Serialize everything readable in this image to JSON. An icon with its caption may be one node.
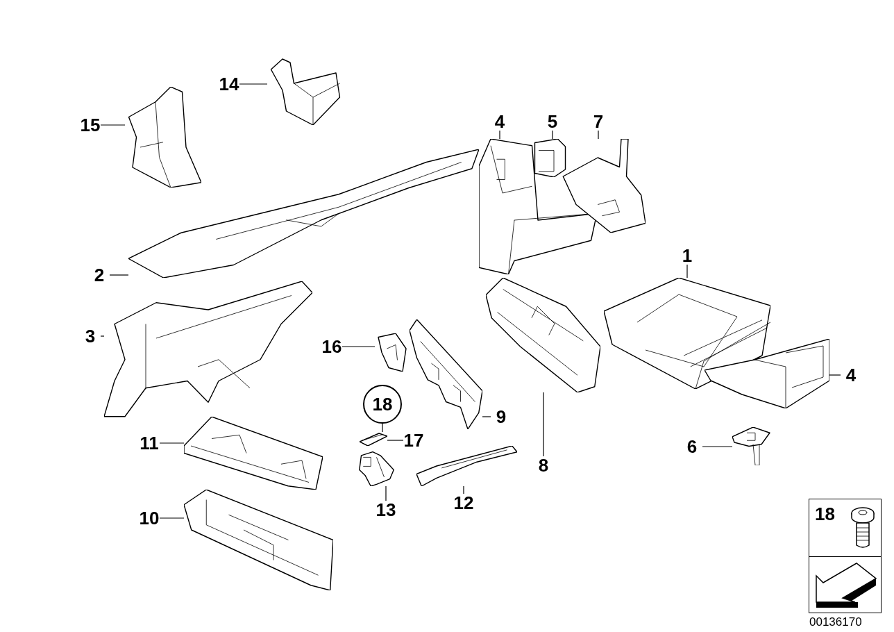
{
  "diagram": {
    "nodes": [
      {
        "text": [
          "15"
        ]
      },
      {
        "text": [],
        "shape": "picture"
      },
      {
        "text": [
          "14"
        ]
      },
      {
        "text": [],
        "shape": "picture"
      },
      {
        "text": [
          "4"
        ]
      },
      {
        "text": [],
        "shape": "picture"
      },
      {
        "text": [
          "5"
        ]
      },
      {
        "text": [],
        "shape": "picture"
      },
      {
        "text": [
          "7"
        ]
      },
      {
        "text": [],
        "shape": "picture"
      },
      {
        "text": [
          "1"
        ]
      },
      {
        "text": [],
        "shape": "picture"
      },
      {
        "text": [
          "2"
        ]
      },
      {
        "text": [],
        "shape": "picture"
      },
      {
        "text": [
          "3"
        ]
      },
      {
        "text": [],
        "shape": "picture"
      },
      {
        "text": [
          "16"
        ]
      },
      {
        "text": [],
        "shape": "picture"
      },
      {
        "text": [
          "4"
        ]
      },
      {
        "text": [],
        "shape": "picture"
      },
      {
        "text": [
          "18"
        ]
      },
      {
        "text": [
          "17"
        ]
      },
      {
        "text": [],
        "shape": "picture"
      },
      {
        "text": [
          "11"
        ]
      },
      {
        "text": [],
        "shape": "picture"
      },
      {
        "text": [
          "6"
        ]
      },
      {
        "text": [],
        "shape": "picture"
      },
      {
        "text": [
          "9"
        ]
      },
      {
        "text": [],
        "shape": "picture"
      },
      {
        "text": [
          "8"
        ]
      },
      {
        "text": [],
        "shape": "picture"
      },
      {
        "text": [
          "13"
        ]
      },
      {
        "text": [],
        "shape": "picture"
      },
      {
        "text": [
          "12"
        ]
      },
      {
        "text": [],
        "shape": "picture"
      },
      {
        "text": [
          "10"
        ]
      },
      {
        "text": [],
        "shape": "picture"
      },
      {
        "text": [
          "18"
        ]
      }
    ],
    "edges": [
      {
        "from": 0,
        "to": 1,
        "arrow": "none"
      },
      {
        "from": 2,
        "to": 3,
        "arrow": "none"
      },
      {
        "from": 4,
        "to": 5,
        "arrow": "none"
      },
      {
        "from": 6,
        "to": 7,
        "arrow": "none"
      },
      {
        "from": 8,
        "to": 9,
        "arrow": "none"
      },
      {
        "from": 10,
        "to": 11,
        "arrow": "none"
      },
      {
        "from": 12,
        "to": 13,
        "arrow": "none"
      },
      {
        "from": 14,
        "to": 15,
        "arrow": "none"
      },
      {
        "from": 16,
        "to": 17,
        "arrow": "none"
      },
      {
        "from": 18,
        "to": 19,
        "arrow": "none"
      },
      {
        "from": 20,
        "to": 22,
        "arrow": "none"
      },
      {
        "from": 21,
        "to": 22,
        "arrow": "none"
      },
      {
        "from": 23,
        "to": 24,
        "arrow": "none"
      },
      {
        "from": 25,
        "to": 26,
        "arrow": "none"
      },
      {
        "from": 27,
        "to": 28,
        "arrow": "none"
      },
      {
        "from": 29,
        "to": 30,
        "arrow": "none"
      },
      {
        "from": 31,
        "to": 32,
        "arrow": "none"
      },
      {
        "from": 33,
        "to": 34,
        "arrow": "none"
      },
      {
        "from": 35,
        "to": 36,
        "arrow": "none"
      }
    ],
    "labels": [
      "00136170"
    ]
  }
}
